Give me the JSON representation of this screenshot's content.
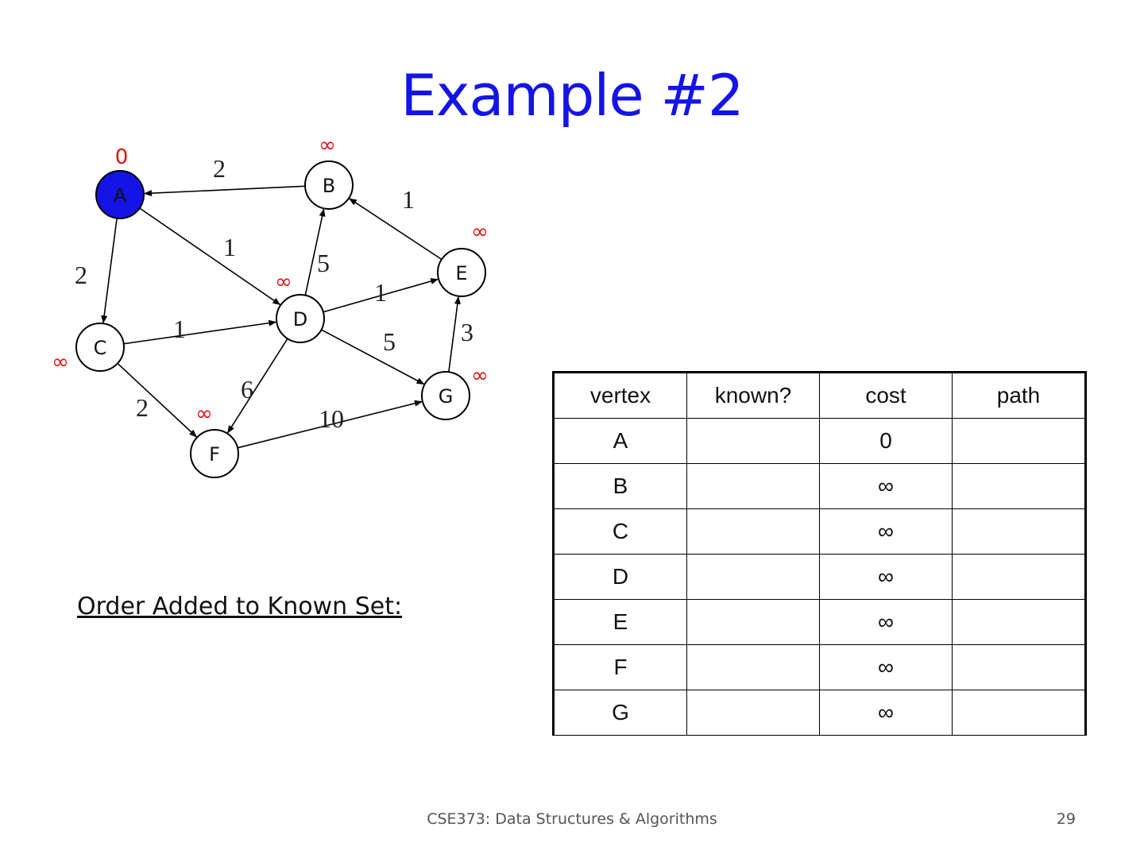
{
  "slide": {
    "title": "Example #2",
    "order_label": "Order Added to Known Set:",
    "footer_course": "CSE373: Data Structures & Algorithms",
    "page_number": "29"
  },
  "graph": {
    "nodes": [
      {
        "id": "A",
        "label": "A",
        "cost": "0",
        "known_highlight": true
      },
      {
        "id": "B",
        "label": "B",
        "cost": "∞"
      },
      {
        "id": "C",
        "label": "C",
        "cost": "∞"
      },
      {
        "id": "D",
        "label": "D",
        "cost": "∞"
      },
      {
        "id": "E",
        "label": "E",
        "cost": "∞"
      },
      {
        "id": "F",
        "label": "F",
        "cost": "∞"
      },
      {
        "id": "G",
        "label": "G",
        "cost": "∞"
      }
    ],
    "edges": [
      {
        "from": "B",
        "to": "A",
        "weight": "2"
      },
      {
        "from": "A",
        "to": "C",
        "weight": "2"
      },
      {
        "from": "A",
        "to": "D",
        "weight": "1"
      },
      {
        "from": "D",
        "to": "B",
        "weight": "5"
      },
      {
        "from": "E",
        "to": "B",
        "weight": "1"
      },
      {
        "from": "D",
        "to": "E",
        "weight": "1"
      },
      {
        "from": "C",
        "to": "D",
        "weight": "1"
      },
      {
        "from": "D",
        "to": "G",
        "weight": "5"
      },
      {
        "from": "G",
        "to": "E",
        "weight": "3"
      },
      {
        "from": "D",
        "to": "F",
        "weight": "6"
      },
      {
        "from": "C",
        "to": "F",
        "weight": "2"
      },
      {
        "from": "F",
        "to": "G",
        "weight": "10"
      }
    ],
    "colors": {
      "highlight_node": "#1414e6",
      "cost_text": "#e31010",
      "edge": "#000000"
    }
  },
  "table": {
    "headers": {
      "vertex": "vertex",
      "known": "known?",
      "cost": "cost",
      "path": "path"
    },
    "rows": [
      {
        "vertex": "A",
        "known": "",
        "cost": "0",
        "path": ""
      },
      {
        "vertex": "B",
        "known": "",
        "cost": "∞",
        "path": ""
      },
      {
        "vertex": "C",
        "known": "",
        "cost": "∞",
        "path": ""
      },
      {
        "vertex": "D",
        "known": "",
        "cost": "∞",
        "path": ""
      },
      {
        "vertex": "E",
        "known": "",
        "cost": "∞",
        "path": ""
      },
      {
        "vertex": "F",
        "known": "",
        "cost": "∞",
        "path": ""
      },
      {
        "vertex": "G",
        "known": "",
        "cost": "∞",
        "path": ""
      }
    ]
  }
}
